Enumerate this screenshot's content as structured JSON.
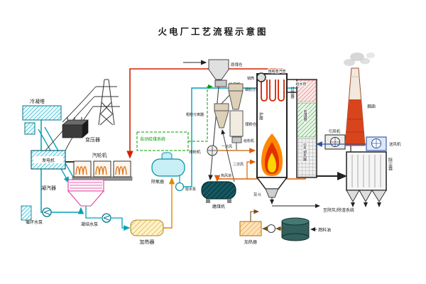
{
  "title": "火电厂工艺流程示意图",
  "labels": {
    "cooling_tower": "冷凝塔",
    "transformer": "变压器",
    "generator": "发电机",
    "turbine": "汽轮机",
    "condenser": "凝汽器",
    "circulating_pump": "循环水泵",
    "condensate_pump": "凝结水泵",
    "lp_heater": "加热器",
    "deaerator": "除氧器",
    "feed_pump": "给水泵",
    "auto_coal_system": "自动给煤系统",
    "raw_coal_bunker": "原煤仓",
    "coal_feeder": "给煤机",
    "coarse_separator": "粗粉分离器",
    "fine_separator": "细粉分离器",
    "coal_powder_bunker": "煤粉仓",
    "powder_feeder": "给粉机",
    "mill_fan": "排粉机",
    "primary_air": "一次风",
    "secondary_air": "二次风",
    "hot_air_duct": "热风道",
    "coal_mill": "磨煤机",
    "drum": "锅筒",
    "saturated_steam_pipe": "饱和蒸汽管",
    "feedwater_pipe": "给水管",
    "superheater": "过热器",
    "economizer": "省煤器",
    "air_preheater": "空气预热器",
    "furnace": "炉膛",
    "ash_hopper": "灰斗",
    "ash_system": "至除灰/除渣系统",
    "dust_collector": "除尘器",
    "id_fan": "引风机",
    "fd_fan": "送风机",
    "chimney": "烟囱",
    "fuel_oil": "燃料油",
    "oil_heater": "加热器"
  },
  "colors": {
    "steam_pipe": "#d42200",
    "water_pipe": "#00a0b8",
    "condensate_pipe": "#e08800",
    "hot_air": "#e06000",
    "cold_air": "#3050a0",
    "system_boundary": "#00a000",
    "flame_outer": "#ff8800",
    "flame_mid": "#e33000",
    "flame_core": "#ffd400",
    "chimney_red": "#d8441c"
  }
}
